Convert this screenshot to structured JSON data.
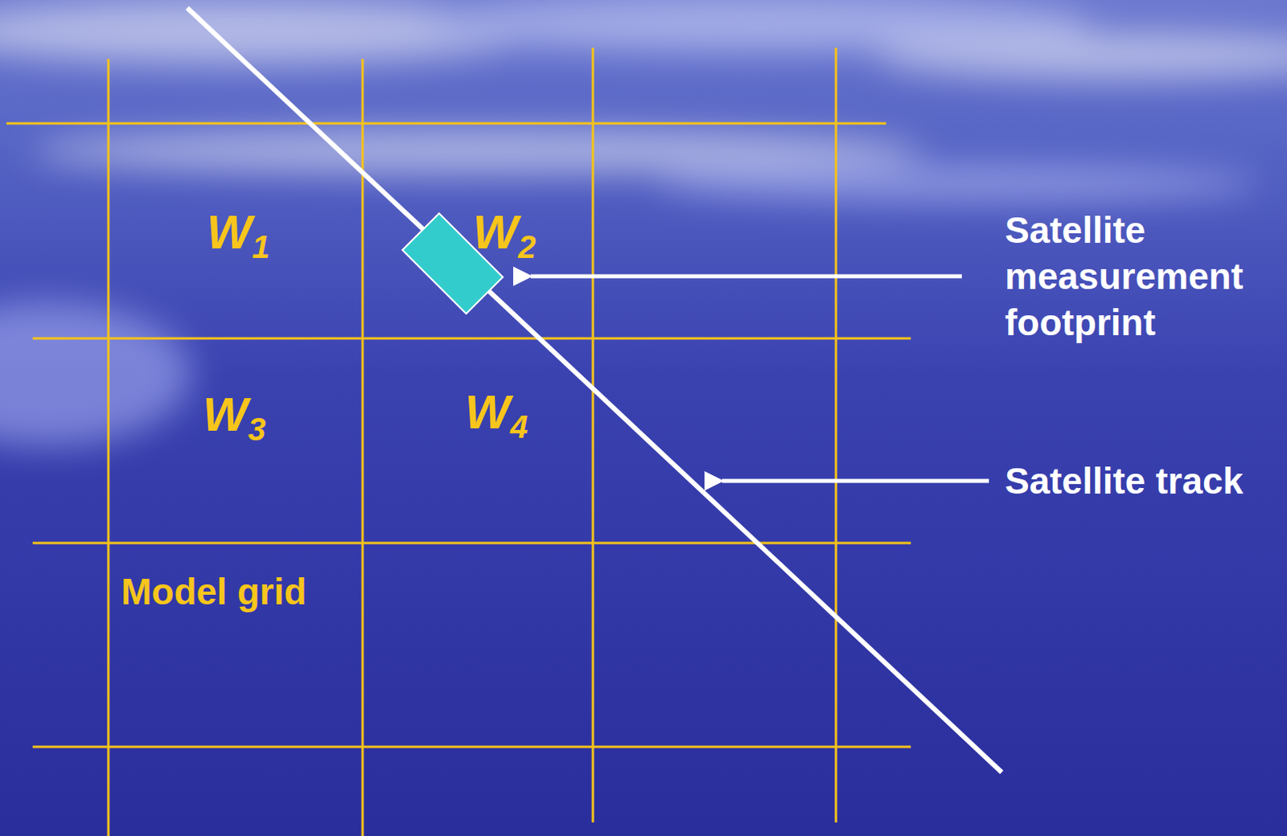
{
  "diagram": {
    "labels": [
      "W1",
      "W2",
      "W3",
      "W4",
      "Model grid",
      "Satellite measurement footprint",
      "Satellite track"
    ]
  }
}
